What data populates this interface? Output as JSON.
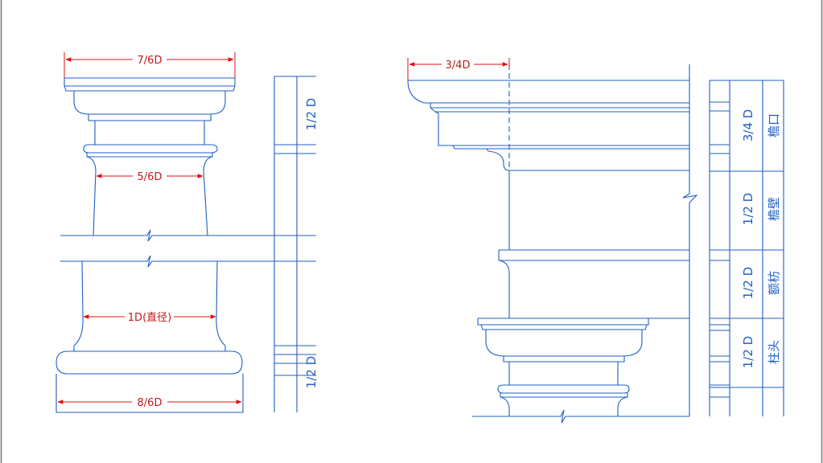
{
  "left_dims": {
    "top_width": "7/6D",
    "neck_width": "5/6D",
    "shaft_width": "1D(直径)",
    "base_width": "8/6D"
  },
  "left_scale": {
    "upper": "1/2 D",
    "lower": "1/2 D"
  },
  "right_dims": {
    "projection": "3/4D"
  },
  "right_scale": [
    {
      "size": "3/4 D",
      "name": "檐口"
    },
    {
      "size": "1/2 D",
      "name": "檐壁"
    },
    {
      "size": "1/2 D",
      "name": "额枋"
    },
    {
      "size": "1/2 D",
      "name": "柱头"
    }
  ],
  "colors": {
    "line": "#1f5fc4",
    "dimension": "#e01010",
    "background": "#ffffff"
  }
}
